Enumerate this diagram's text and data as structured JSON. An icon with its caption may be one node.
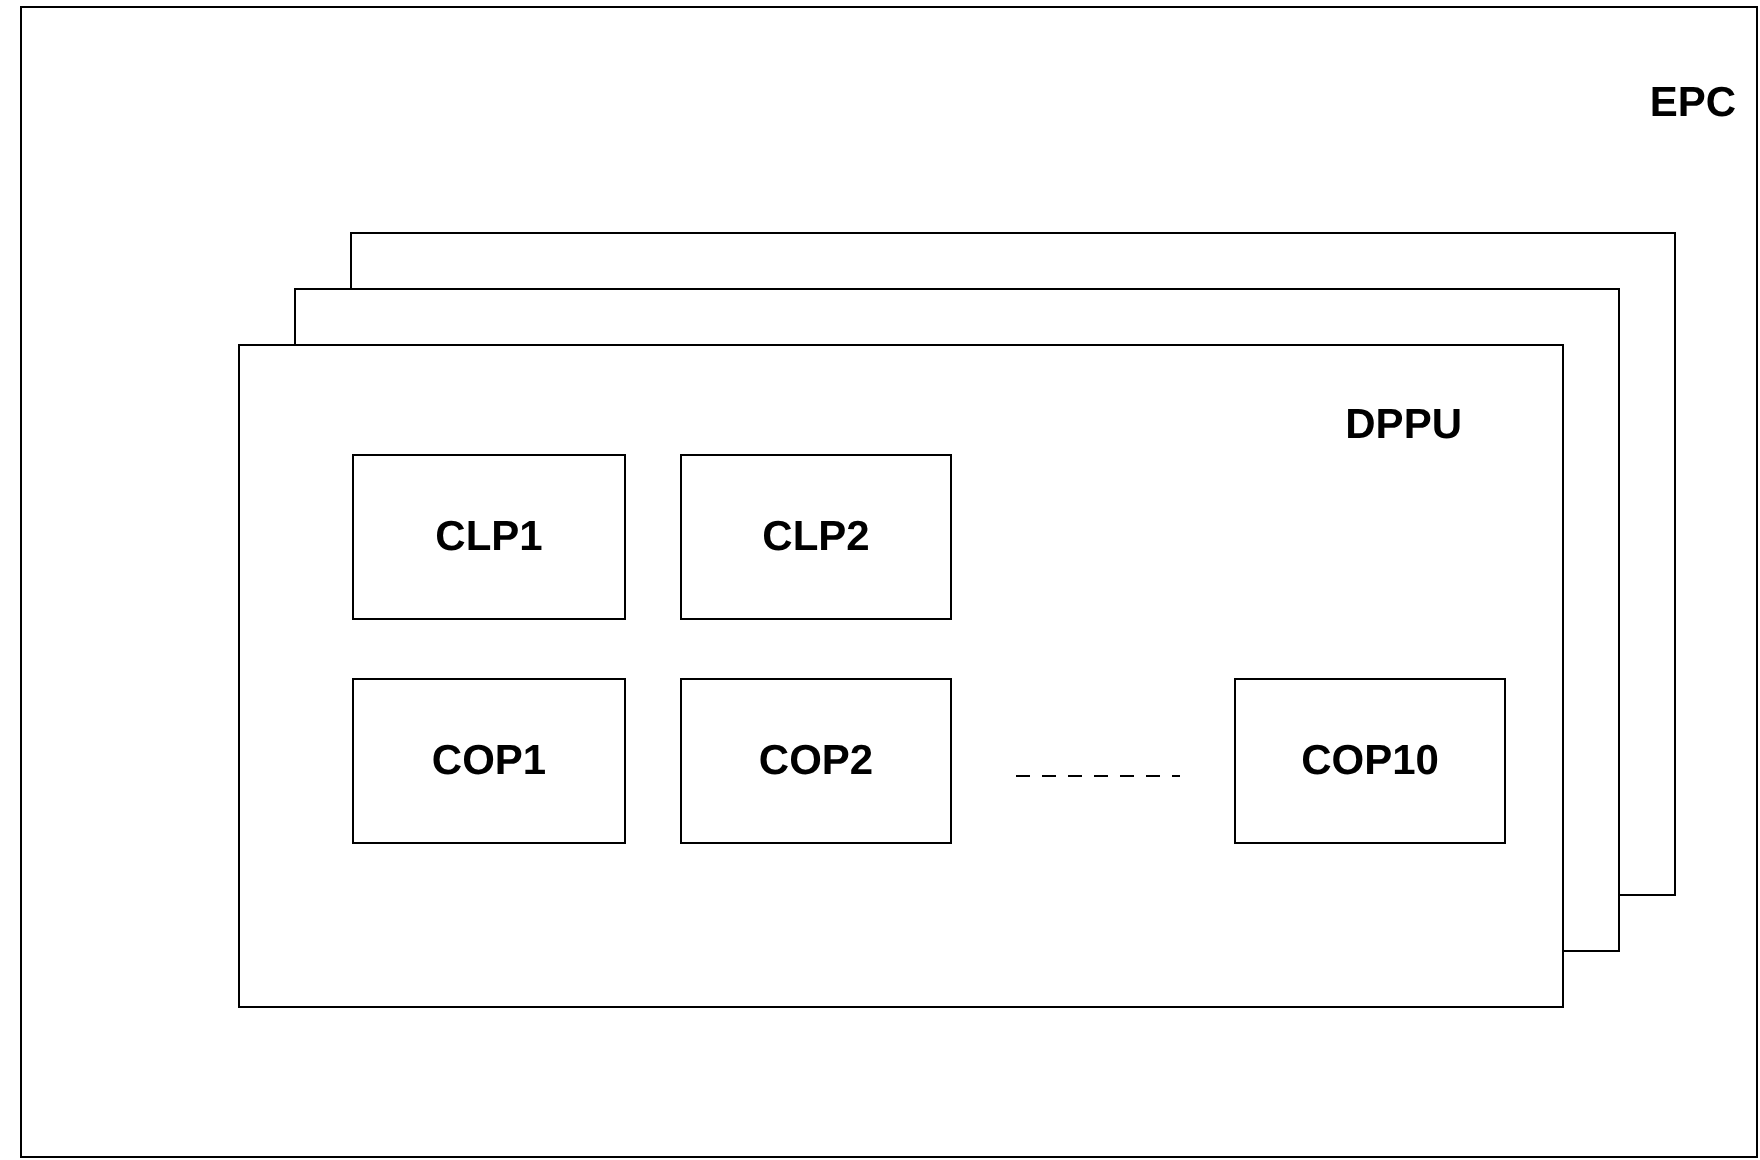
{
  "diagram": {
    "nodes": [
      {
        "text": [
          "EPC"
        ]
      },
      {
        "text": [
          "DPPU"
        ],
        "in": 0
      },
      {
        "text": [
          "CLP1"
        ],
        "in": 1
      },
      {
        "text": [
          "CLP2"
        ],
        "in": 1
      },
      {
        "text": [
          "COP1"
        ],
        "in": 1
      },
      {
        "text": [
          "COP2"
        ],
        "in": 1
      },
      {
        "text": [
          "COP10"
        ],
        "in": 1
      }
    ]
  }
}
